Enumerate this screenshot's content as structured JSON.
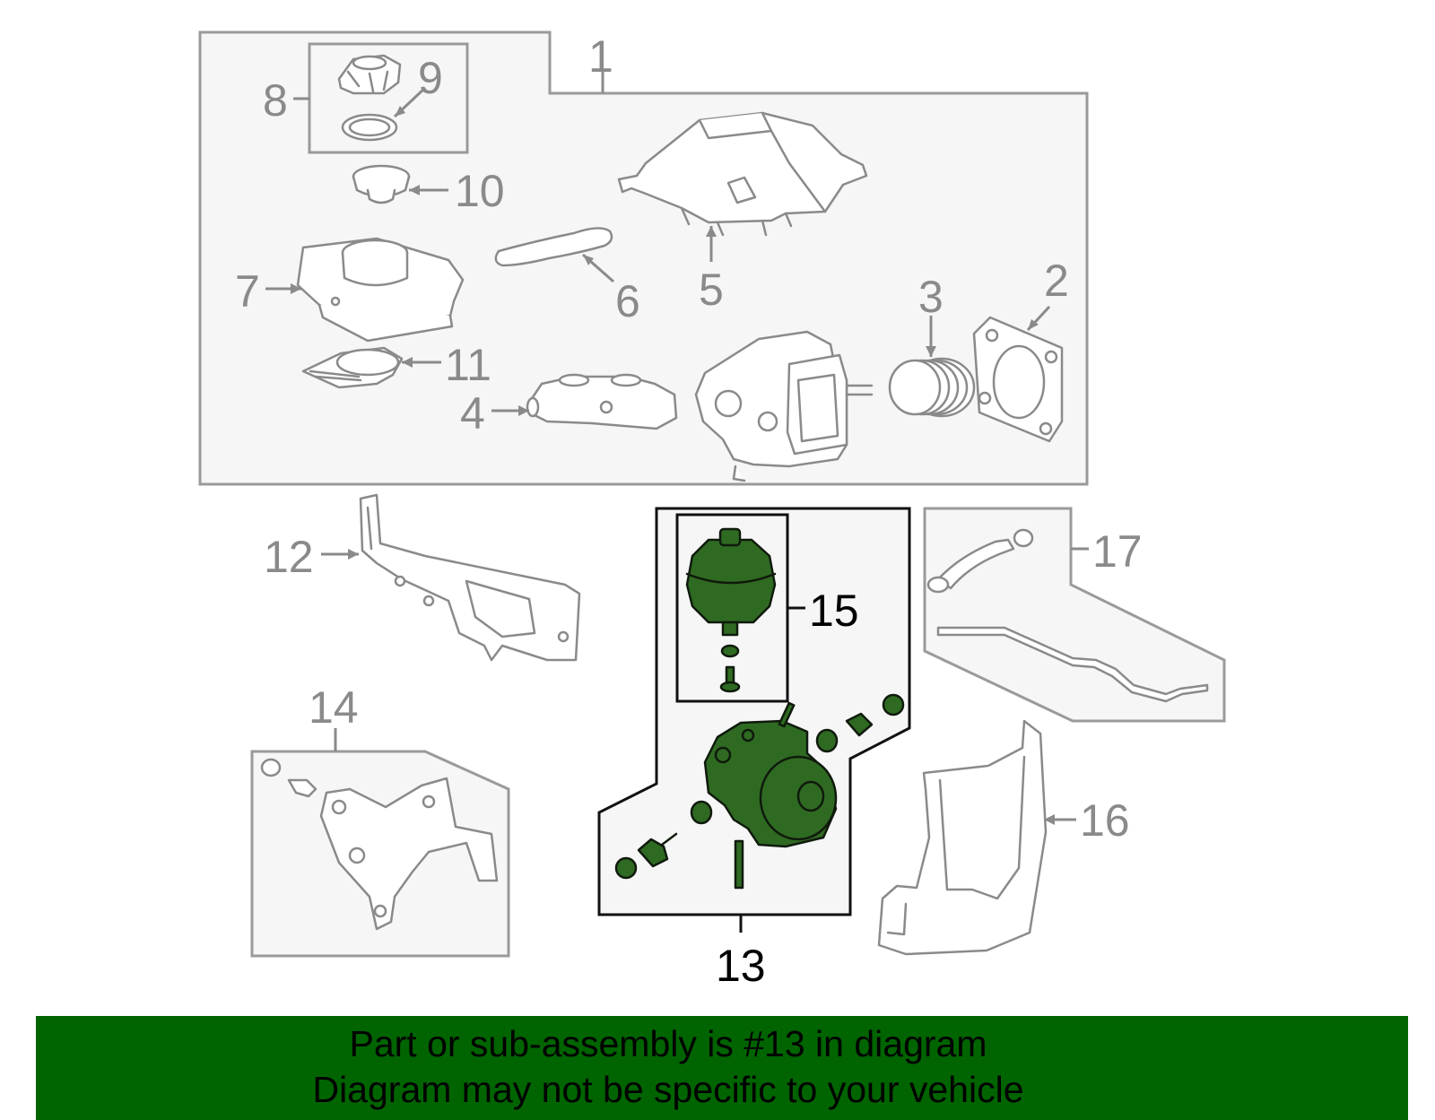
{
  "callouts": {
    "c1": "1",
    "c2": "2",
    "c3": "3",
    "c4": "4",
    "c5": "5",
    "c6": "6",
    "c7": "7",
    "c8": "8",
    "c9": "9",
    "c10": "10",
    "c11": "11",
    "c12": "12",
    "c13": "13",
    "c14": "14",
    "c15": "15",
    "c16": "16",
    "c17": "17"
  },
  "highlighted_parts": [
    "13",
    "15"
  ],
  "colors": {
    "highlight_fill": "#2f6a22",
    "banner": "#006400",
    "line": "#8a8a8a"
  },
  "banner": {
    "line1": "Part or sub-assembly is #13 in diagram",
    "line2": "Diagram may not be specific to your vehicle"
  }
}
